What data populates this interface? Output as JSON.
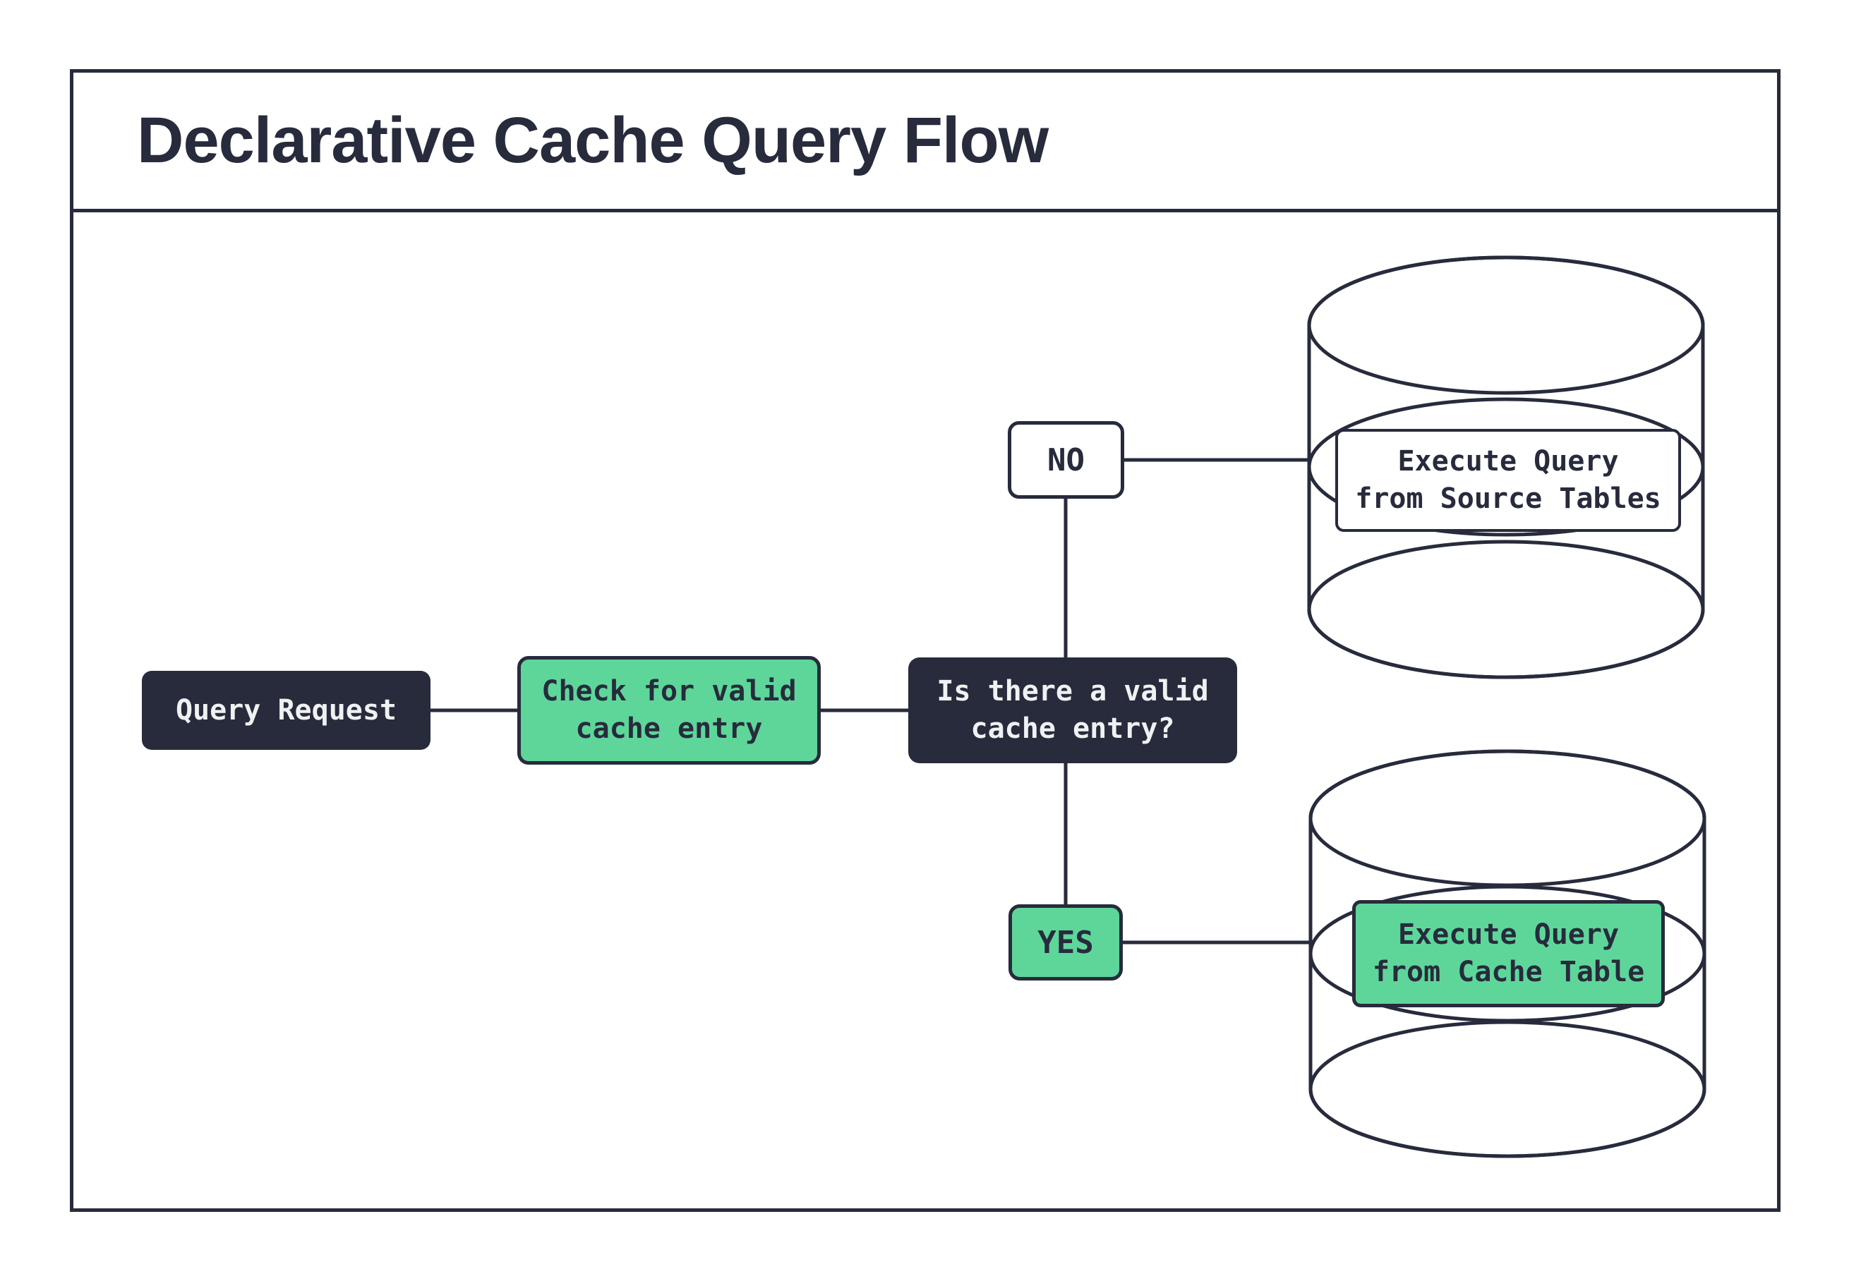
{
  "title": "Declarative Cache Query Flow",
  "colors": {
    "ink": "#272b3c",
    "green": "#5ed69a",
    "paper": "#ffffff",
    "text_on_dark": "#eff1f2"
  },
  "nodes": {
    "query_request": {
      "label": "Query Request"
    },
    "check_cache": {
      "line1": "Check for valid",
      "line2": "cache entry"
    },
    "decision": {
      "line1": "Is there a valid",
      "line2": "cache entry?"
    },
    "no": {
      "label": "NO"
    },
    "yes": {
      "label": "YES"
    },
    "source_db": {
      "line1": "Execute Query",
      "line2": "from Source Tables"
    },
    "cache_db": {
      "line1": "Execute Query",
      "line2": "from Cache Table"
    }
  },
  "edges": [
    {
      "from": "query_request",
      "to": "check_cache"
    },
    {
      "from": "check_cache",
      "to": "decision"
    },
    {
      "from": "decision",
      "to": "no"
    },
    {
      "from": "decision",
      "to": "yes"
    },
    {
      "from": "no",
      "to": "source_db"
    },
    {
      "from": "yes",
      "to": "cache_db"
    }
  ]
}
